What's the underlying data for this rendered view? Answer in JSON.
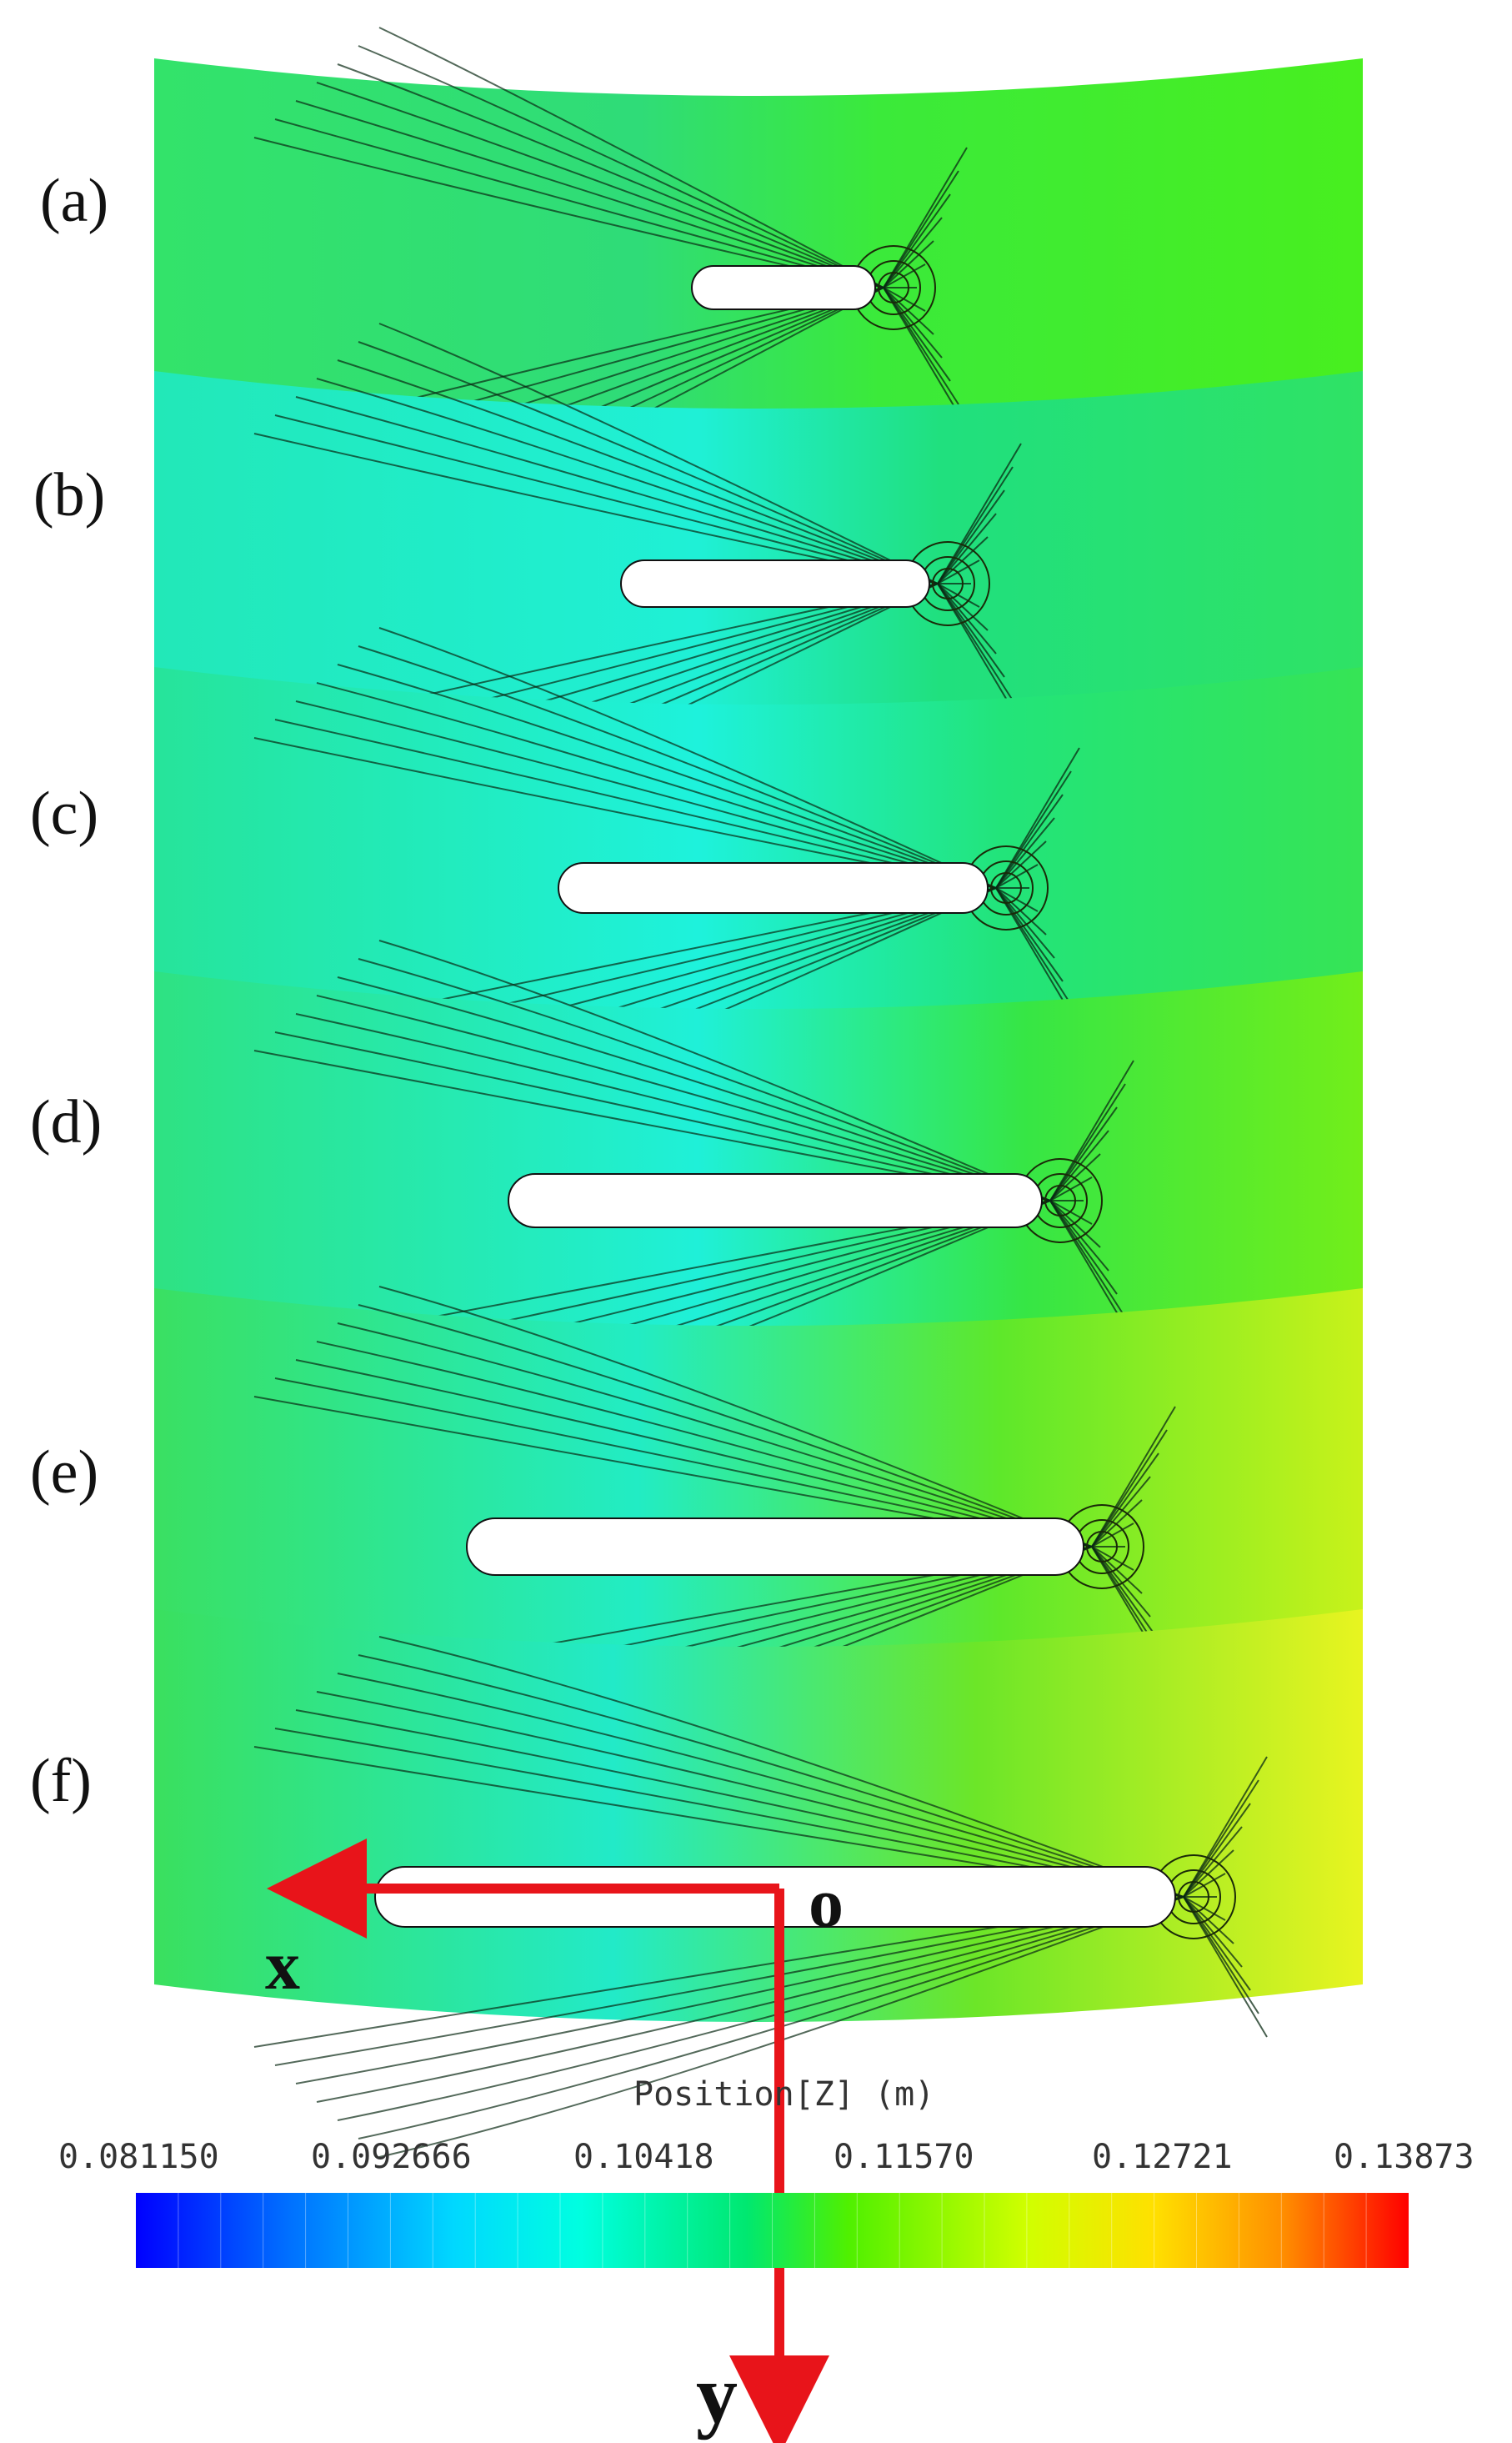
{
  "panels": [
    {
      "label": "(a)"
    },
    {
      "label": "(b)"
    },
    {
      "label": "(c)"
    },
    {
      "label": "(d)"
    },
    {
      "label": "(e)"
    },
    {
      "label": "(f)"
    }
  ],
  "axes": {
    "origin_label": "o",
    "x_label": "x",
    "y_label": "y",
    "arrow_color": "#e8141a"
  },
  "colorbar": {
    "title": "Position[Z] (m)",
    "ticks": [
      "0.081150",
      "0.092666",
      "0.10418",
      "0.11570",
      "0.12721",
      "0.13873"
    ],
    "min": 0.08115,
    "max": 0.13873,
    "colors": [
      "#0000ff",
      "#0060ff",
      "#00c0ff",
      "#00ffff",
      "#00ffc0",
      "#00e060",
      "#20e020",
      "#90ff00",
      "#ffff00",
      "#ffb000",
      "#ff6000",
      "#ff0000"
    ]
  }
}
